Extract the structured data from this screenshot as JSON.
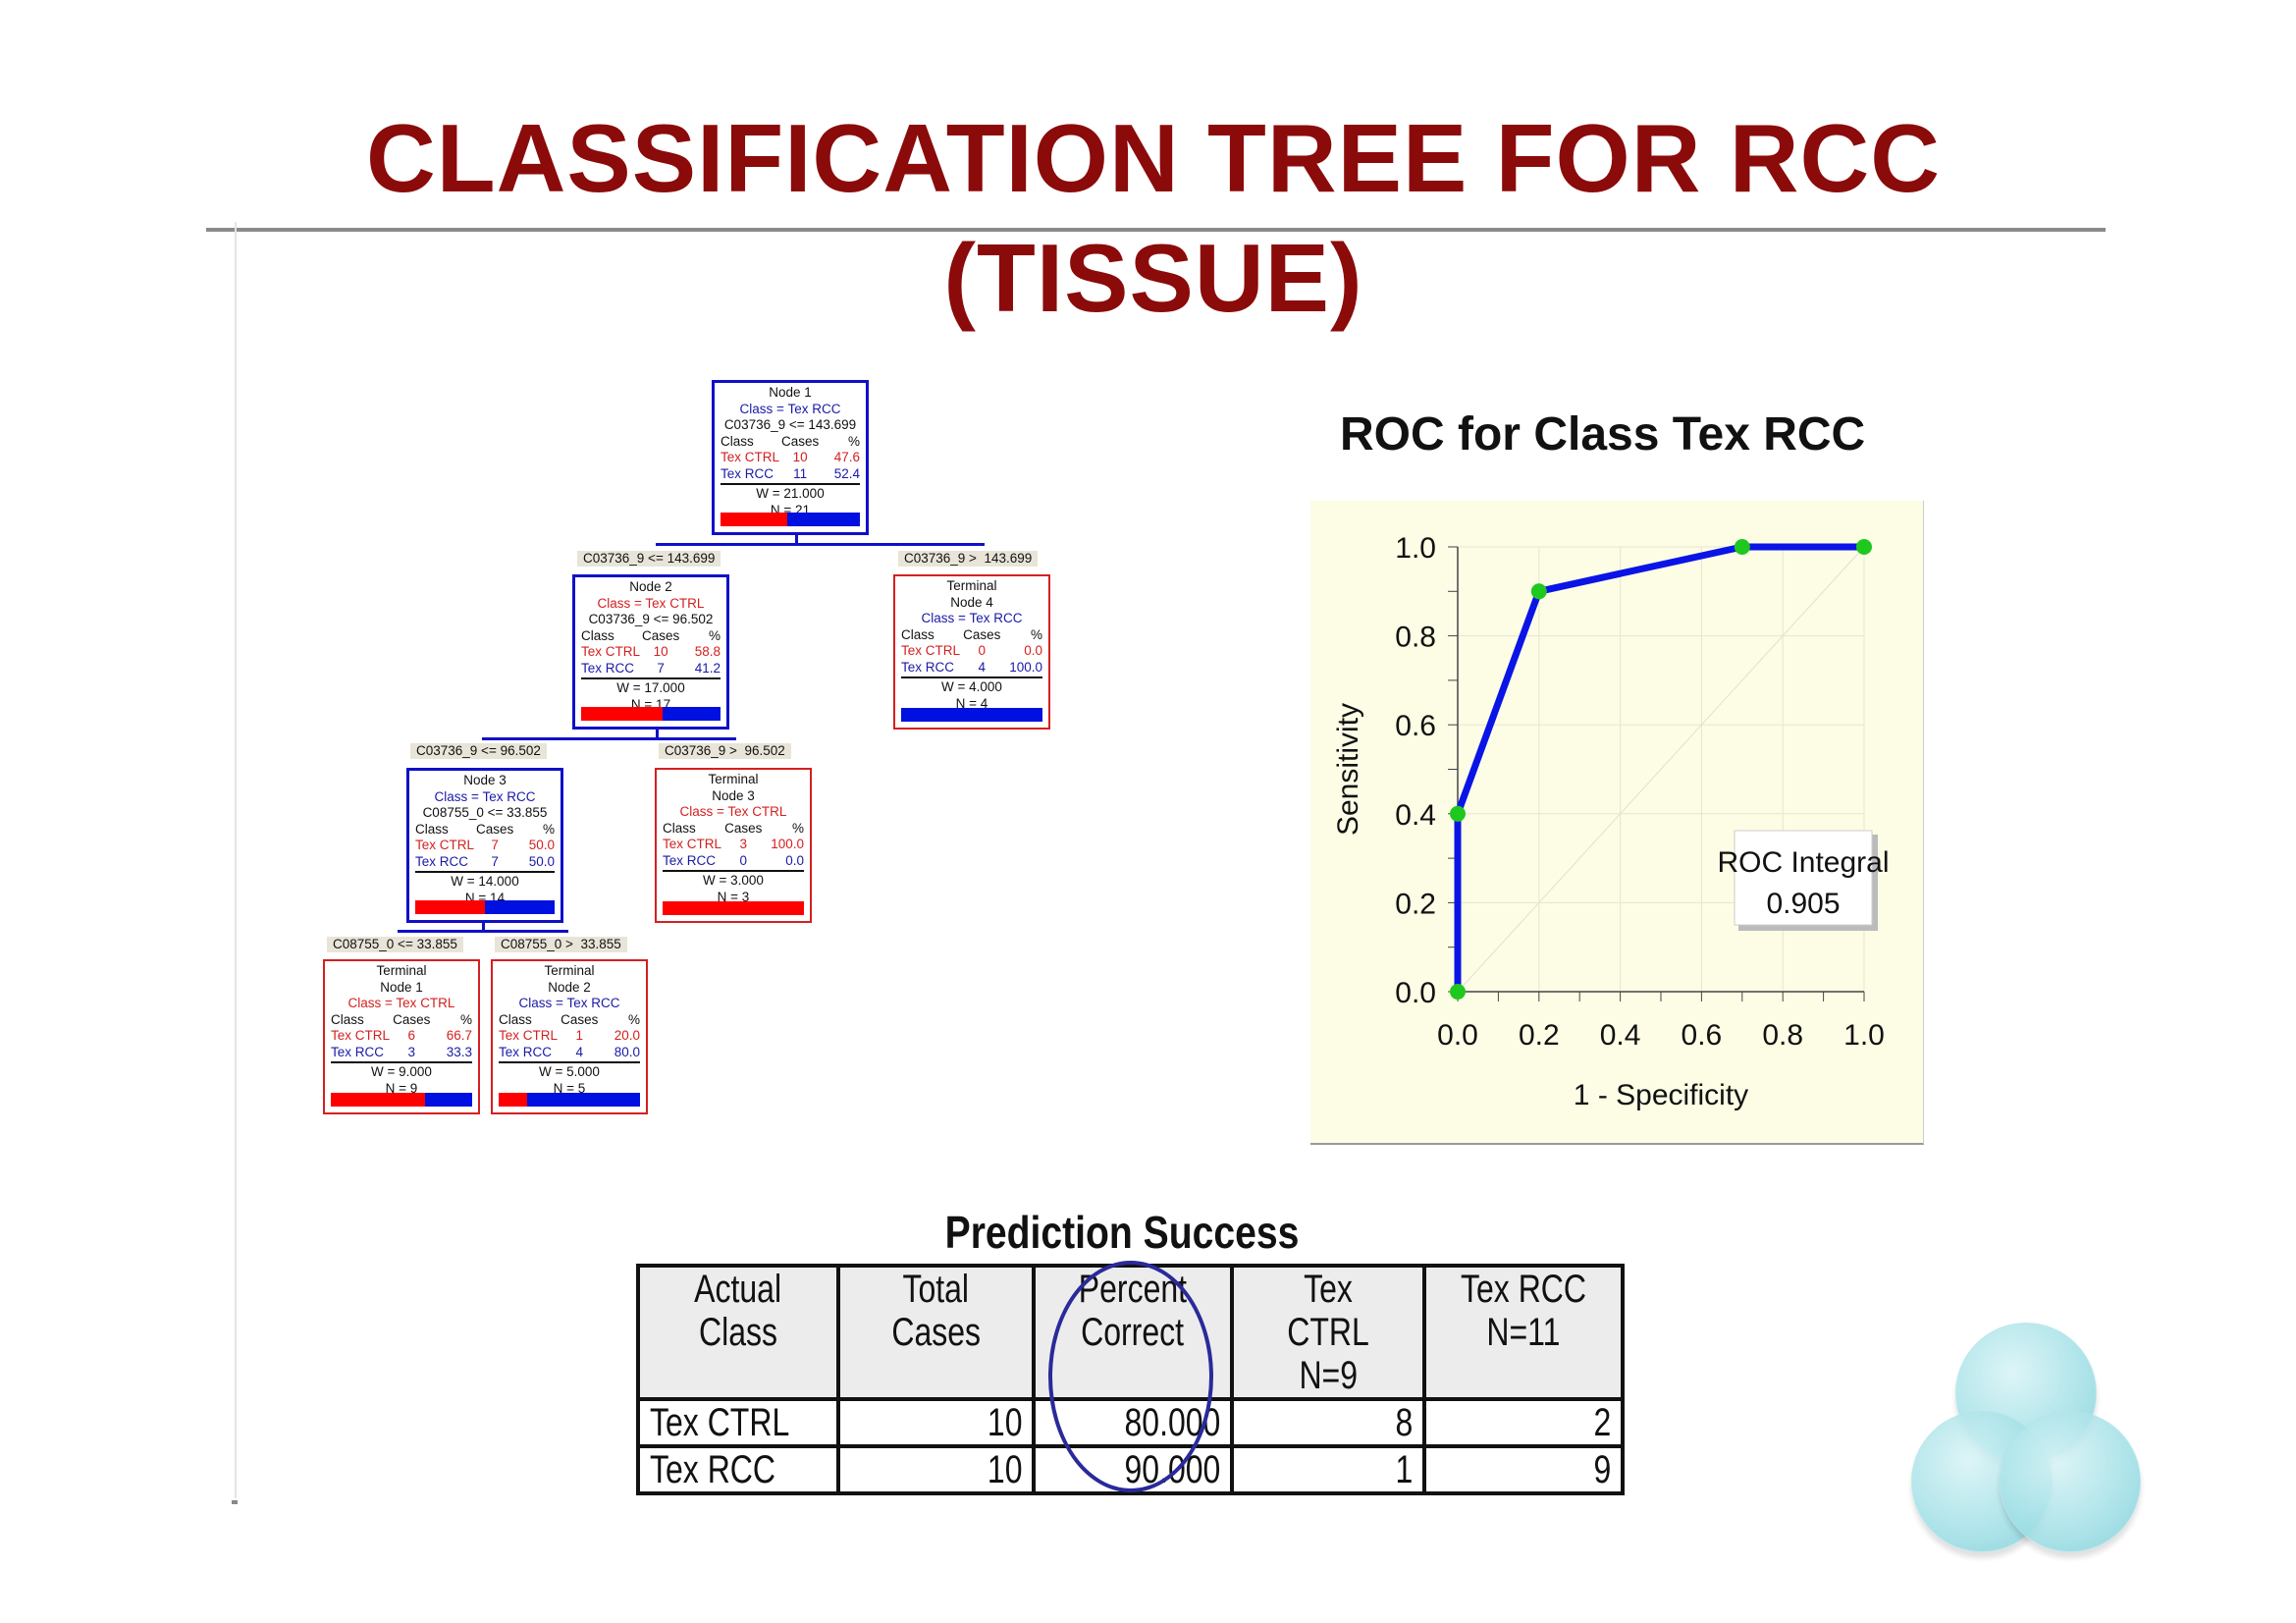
{
  "title_lines": [
    "CLASSIFICATION TREE FOR RCC",
    "(TISSUE)"
  ],
  "tree": {
    "col_headers": {
      "class": "Class",
      "cases": "Cases",
      "pct": "%"
    },
    "nodes": [
      {
        "id": "node-1",
        "terminal": false,
        "heading": [
          "Node 1"
        ],
        "class_label": "Class = Tex RCC",
        "class_color": "blue",
        "rule": "C03736_9 <= 143.699",
        "ctrl": {
          "name": "Tex CTRL",
          "cases": "10",
          "pct": "47.6"
        },
        "rcc": {
          "name": "Tex RCC",
          "cases": "11",
          "pct": "52.4"
        },
        "w": "W = 21.000",
        "n": "N = 21",
        "ctrl_fraction": 0.476
      },
      {
        "id": "node-2",
        "terminal": false,
        "heading": [
          "Node 2"
        ],
        "class_label": "Class = Tex CTRL",
        "class_color": "red",
        "rule": "C03736_9 <= 96.502",
        "ctrl": {
          "name": "Tex CTRL",
          "cases": "10",
          "pct": "58.8"
        },
        "rcc": {
          "name": "Tex RCC",
          "cases": "7",
          "pct": "41.2"
        },
        "w": "W = 17.000",
        "n": "N = 17",
        "ctrl_fraction": 0.588
      },
      {
        "id": "terminal-node-4",
        "terminal": true,
        "heading": [
          "Terminal",
          "Node 4"
        ],
        "class_label": "Class = Tex RCC",
        "class_color": "blue",
        "rule": null,
        "ctrl": {
          "name": "Tex CTRL",
          "cases": "0",
          "pct": "0.0"
        },
        "rcc": {
          "name": "Tex RCC",
          "cases": "4",
          "pct": "100.0"
        },
        "w": "W = 4.000",
        "n": "N = 4",
        "ctrl_fraction": 0.0
      },
      {
        "id": "node-3",
        "terminal": false,
        "heading": [
          "Node 3"
        ],
        "class_label": "Class = Tex RCC",
        "class_color": "blue",
        "rule": "C08755_0 <= 33.855",
        "ctrl": {
          "name": "Tex CTRL",
          "cases": "7",
          "pct": "50.0"
        },
        "rcc": {
          "name": "Tex RCC",
          "cases": "7",
          "pct": "50.0"
        },
        "w": "W = 14.000",
        "n": "N = 14",
        "ctrl_fraction": 0.5
      },
      {
        "id": "terminal-node-3",
        "terminal": true,
        "heading": [
          "Terminal",
          "Node 3"
        ],
        "class_label": "Class = Tex CTRL",
        "class_color": "red",
        "rule": null,
        "ctrl": {
          "name": "Tex CTRL",
          "cases": "3",
          "pct": "100.0"
        },
        "rcc": {
          "name": "Tex RCC",
          "cases": "0",
          "pct": "0.0"
        },
        "w": "W = 3.000",
        "n": "N = 3",
        "ctrl_fraction": 1.0
      },
      {
        "id": "terminal-node-1",
        "terminal": true,
        "heading": [
          "Terminal",
          "Node 1"
        ],
        "class_label": "Class = Tex CTRL",
        "class_color": "red",
        "rule": null,
        "ctrl": {
          "name": "Tex CTRL",
          "cases": "6",
          "pct": "66.7"
        },
        "rcc": {
          "name": "Tex RCC",
          "cases": "3",
          "pct": "33.3"
        },
        "w": "W = 9.000",
        "n": "N = 9",
        "ctrl_fraction": 0.667
      },
      {
        "id": "terminal-node-2",
        "terminal": true,
        "heading": [
          "Terminal",
          "Node 2"
        ],
        "class_label": "Class = Tex RCC",
        "class_color": "blue",
        "rule": null,
        "ctrl": {
          "name": "Tex CTRL",
          "cases": "1",
          "pct": "20.0"
        },
        "rcc": {
          "name": "Tex RCC",
          "cases": "4",
          "pct": "80.0"
        },
        "w": "W = 5.000",
        "n": "N = 5",
        "ctrl_fraction": 0.2
      }
    ],
    "splits": [
      "C03736_9 <= 143.699",
      "C03736_9 >  143.699",
      "C03736_9 <= 96.502",
      "C03736_9 >  96.502",
      "C08755_0 <= 33.855",
      "C08755_0 >  33.855"
    ]
  },
  "chart_data": {
    "type": "line",
    "title": "ROC for Class Tex RCC",
    "xlabel": "1 - Specificity",
    "ylabel": "Sensitivity",
    "xlim": [
      0,
      1
    ],
    "ylim": [
      0,
      1
    ],
    "xticks": [
      "0.0",
      "0.2",
      "0.4",
      "0.6",
      "0.8",
      "1.0"
    ],
    "yticks": [
      "0.0",
      "0.2",
      "0.4",
      "0.6",
      "0.8",
      "1.0"
    ],
    "grid": true,
    "series": [
      {
        "name": "ROC",
        "x": [
          0.0,
          0.0,
          0.2,
          0.7,
          1.0
        ],
        "y": [
          0.0,
          0.4,
          0.9,
          1.0,
          1.0
        ]
      }
    ],
    "diagonal": true,
    "annotation": {
      "label": "ROC Integral",
      "value": "0.905"
    },
    "colors": {
      "line": "#0a14e6",
      "point": "#1ec81e",
      "background": "#fdfde6"
    }
  },
  "prediction": {
    "title": "Prediction Success",
    "headers": [
      [
        "Actual",
        "Class"
      ],
      [
        "Total",
        "Cases"
      ],
      [
        "Percent",
        "Correct"
      ],
      [
        "Tex CTRL",
        "N=9"
      ],
      [
        "Tex RCC",
        "N=11"
      ]
    ],
    "rows": [
      [
        "Tex CTRL",
        "10",
        "80.000",
        "8",
        "2"
      ],
      [
        "Tex RCC",
        "10",
        "90.000",
        "1",
        "9"
      ]
    ]
  }
}
